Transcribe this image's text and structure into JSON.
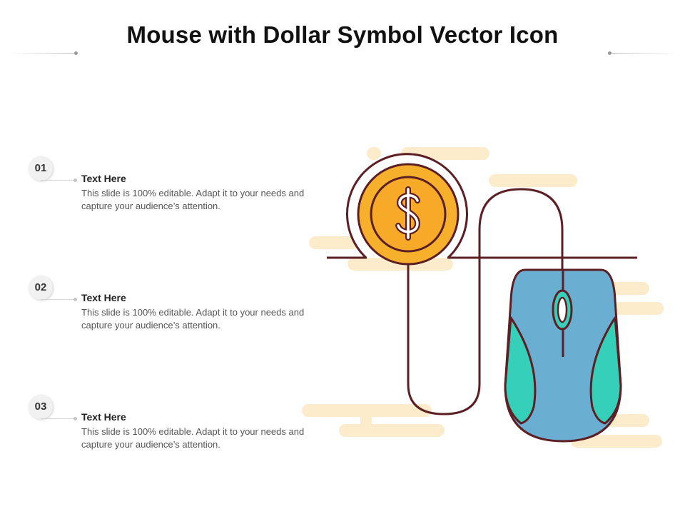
{
  "slide": {
    "title": "Mouse with Dollar Symbol Vector Icon"
  },
  "steps": [
    {
      "number": "01",
      "heading": "Text Here",
      "description": "This slide is 100% editable. Adapt it to your needs and capture your audience’s attention."
    },
    {
      "number": "02",
      "heading": "Text Here",
      "description": "This slide is 100% editable. Adapt it to your needs and capture your audience’s attention."
    },
    {
      "number": "03",
      "heading": "Text Here",
      "description": "This slide is 100% editable. Adapt it to your needs and capture your audience’s attention."
    }
  ],
  "illustration": {
    "icons": [
      "dollar-coin-icon",
      "computer-mouse-icon",
      "mouse-cable-icon"
    ],
    "colors": {
      "outline": "#5c1f24",
      "coin_outer": "#f6b02c",
      "coin_inner": "#f7a928",
      "mouse_body": "#6aaed2",
      "mouse_sides": "#36cfba",
      "background_bars": "#fdeccb"
    }
  }
}
